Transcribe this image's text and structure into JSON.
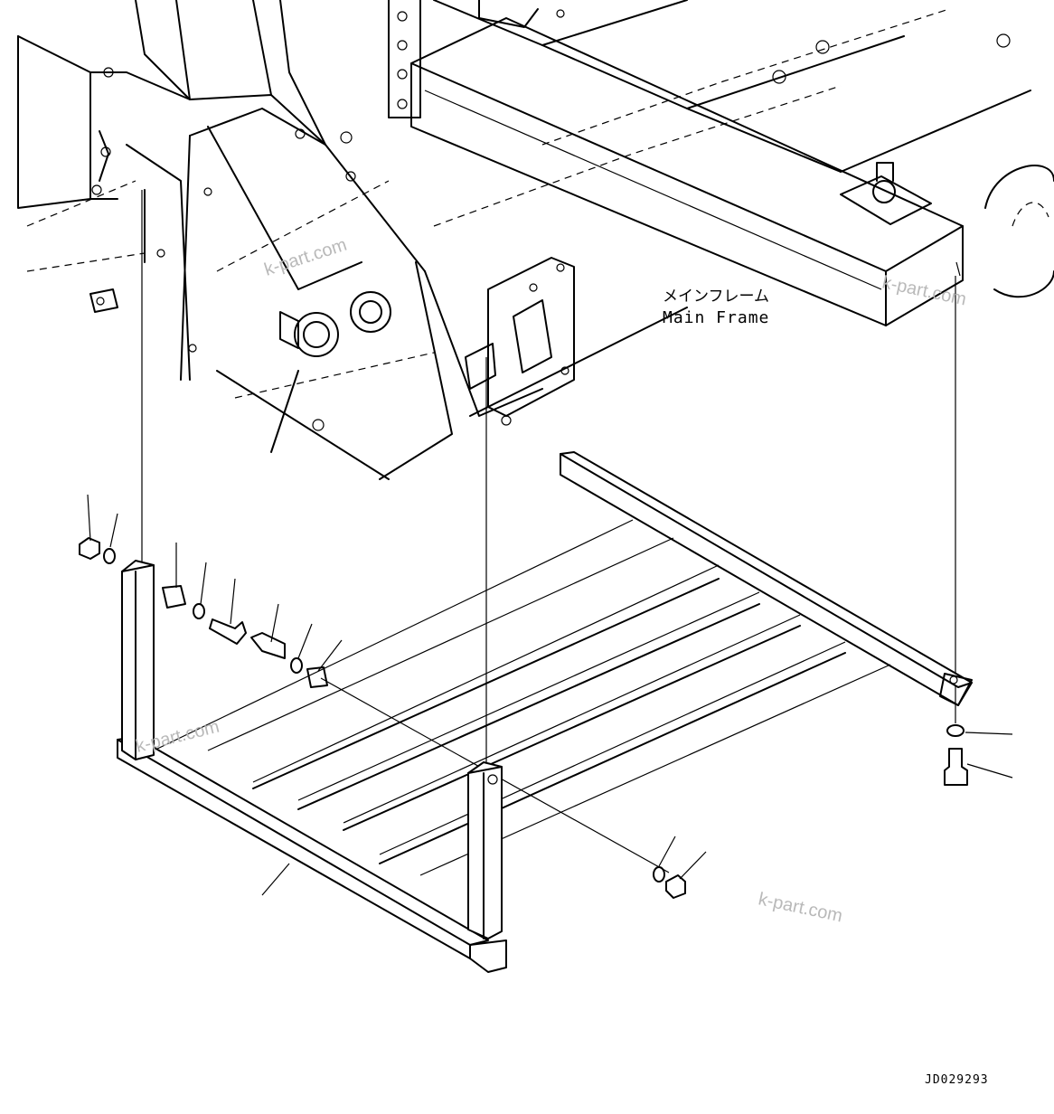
{
  "labels": {
    "main_frame_jp": "メインフレーム",
    "main_frame_en": "Main Frame",
    "drawing_code": "JD029293"
  },
  "watermarks": [
    "k-part.com",
    "k-part.com",
    "k-part.com",
    "k-part.com"
  ],
  "colors": {
    "line": "#000000",
    "watermark": "#b9b9b9",
    "background": "#ffffff"
  }
}
